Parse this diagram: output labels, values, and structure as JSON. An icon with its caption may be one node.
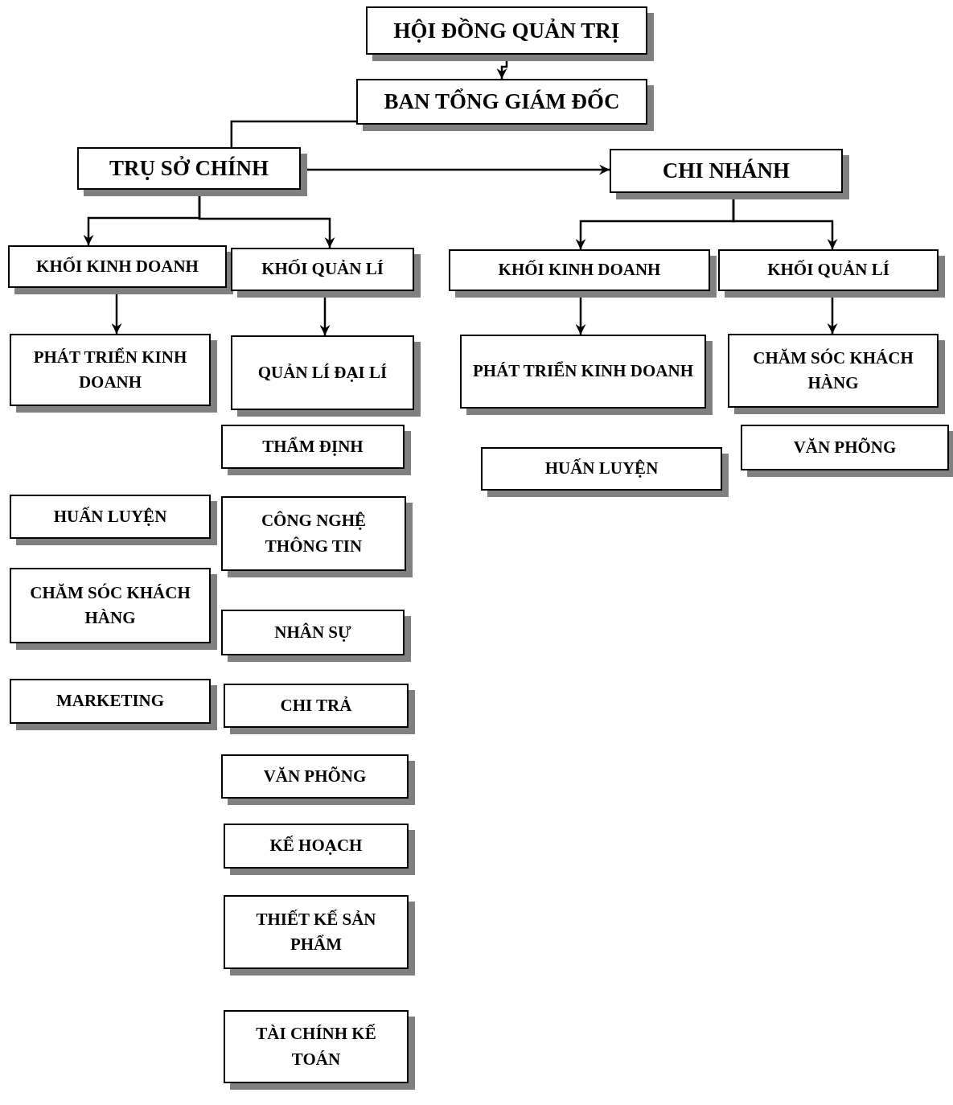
{
  "diagram": {
    "nodes": [
      {
        "text": [
          "HỘI ĐỒNG QUẢN TRỊ"
        ]
      },
      {
        "text": [
          "BAN TỔNG GIÁM ĐỐC"
        ]
      },
      {
        "text": [
          "TRỤ SỞ CHÍNH"
        ]
      },
      {
        "text": [
          "CHI NHÁNH"
        ]
      },
      {
        "text": [
          "KHỐI KINH DOANH"
        ]
      },
      {
        "text": [
          "KHỐI QUẢN LÍ"
        ]
      },
      {
        "text": [
          "KHỐI KINH DOANH"
        ]
      },
      {
        "text": [
          "KHỐI QUẢN LÍ"
        ]
      },
      {
        "text": [
          "PHÁT TRIỂN KINH DOANH"
        ]
      },
      {
        "text": [
          "HUẤN LUYỆN"
        ]
      },
      {
        "text": [
          "CHĂM SÓC KHÁCH HÀNG"
        ]
      },
      {
        "text": [
          "MARKETING"
        ]
      },
      {
        "text": [
          "QUẢN LÍ ĐẠI LÍ"
        ]
      },
      {
        "text": [
          "THẨM ĐỊNH"
        ]
      },
      {
        "text": [
          "CÔNG NGHỆ THÔNG TIN"
        ]
      },
      {
        "text": [
          "NHÂN SỰ"
        ]
      },
      {
        "text": [
          "CHI TRẢ"
        ]
      },
      {
        "text": [
          "VĂN PHÕNG"
        ]
      },
      {
        "text": [
          "KẾ HOẠCH"
        ]
      },
      {
        "text": [
          "THIẾT KẾ SẢN PHẨM"
        ]
      },
      {
        "text": [
          "TÀI CHÍNH KẾ TOÁN"
        ]
      },
      {
        "text": [
          "PHÁT TRIỂN KINH DOANH"
        ]
      },
      {
        "text": [
          "HUẤN LUYỆN"
        ]
      },
      {
        "text": [
          "CHĂM SÓC KHÁCH HÀNG"
        ]
      },
      {
        "text": [
          "VĂN PHÕNG"
        ]
      }
    ],
    "edges": [
      {
        "from": 0,
        "to": 1,
        "arrow": "to"
      },
      {
        "from": 1,
        "to": 2,
        "arrow": "none"
      },
      {
        "from": 2,
        "to": 3,
        "arrow": "to"
      },
      {
        "from": 2,
        "to": 4,
        "arrow": "to"
      },
      {
        "from": 2,
        "to": 5,
        "arrow": "to"
      },
      {
        "from": 3,
        "to": 6,
        "arrow": "to"
      },
      {
        "from": 3,
        "to": 7,
        "arrow": "to"
      },
      {
        "from": 4,
        "to": 8,
        "arrow": "to"
      },
      {
        "from": 5,
        "to": 12,
        "arrow": "to"
      },
      {
        "from": 6,
        "to": 21,
        "arrow": "to"
      },
      {
        "from": 7,
        "to": 23,
        "arrow": "to"
      }
    ]
  }
}
